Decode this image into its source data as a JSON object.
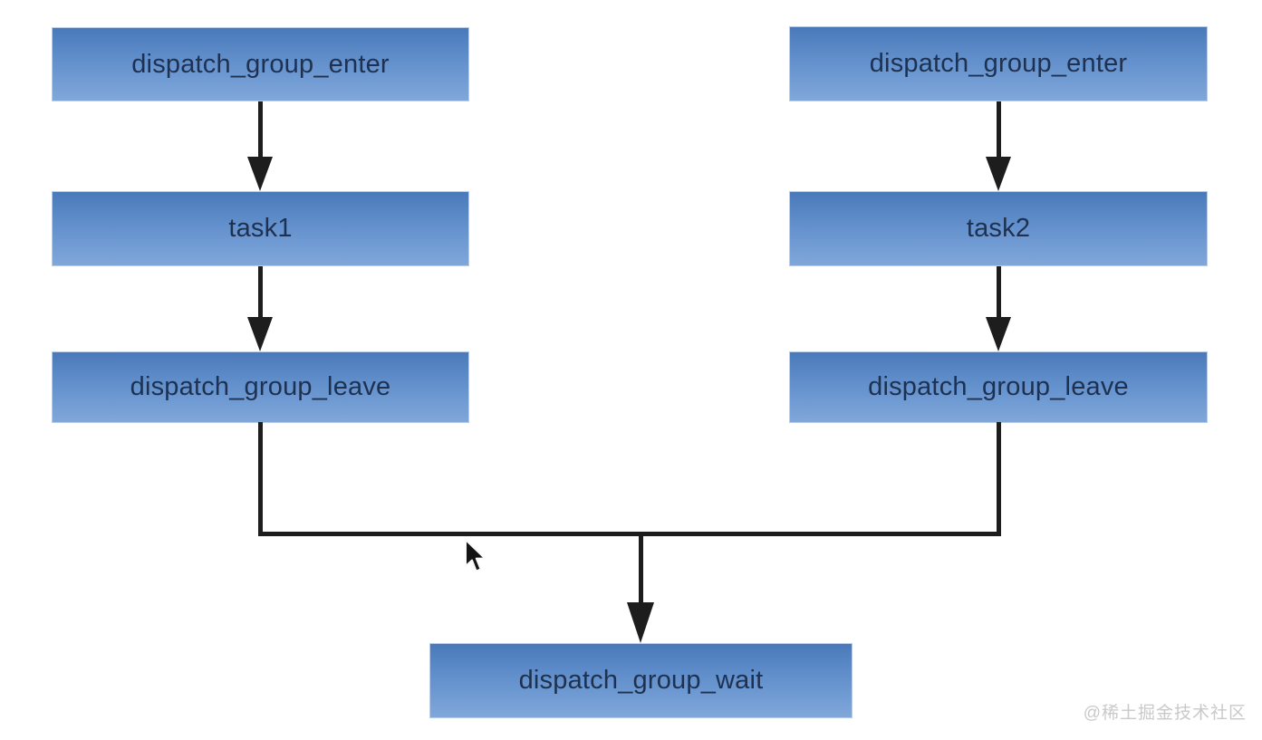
{
  "diagram": {
    "type": "flowchart",
    "nodes": {
      "enter_left": "dispatch_group_enter",
      "task1": "task1",
      "leave_left": "dispatch_group_leave",
      "enter_right": "dispatch_group_enter",
      "task2": "task2",
      "leave_right": "dispatch_group_leave",
      "wait": "dispatch_group_wait"
    },
    "edges": [
      {
        "from": "enter_left",
        "to": "task1",
        "style": "arrow-down"
      },
      {
        "from": "task1",
        "to": "leave_left",
        "style": "arrow-down"
      },
      {
        "from": "enter_right",
        "to": "task2",
        "style": "arrow-down"
      },
      {
        "from": "task2",
        "to": "leave_right",
        "style": "arrow-down"
      },
      {
        "from": "leave_left",
        "to": "wait",
        "style": "elbow-merge-arrow"
      },
      {
        "from": "leave_right",
        "to": "wait",
        "style": "elbow-merge-arrow"
      }
    ]
  },
  "watermark": {
    "text": "@稀土掘金技术社区"
  },
  "colors": {
    "box_top": "#4a79ba",
    "box_mid": "#6290cc",
    "box_bottom": "#80a7da",
    "box_border": "#b7cde9",
    "box_text": "#1e3150",
    "line": "#1d1d1d",
    "watermark": "#c9c9c9",
    "background": "#ffffff"
  }
}
